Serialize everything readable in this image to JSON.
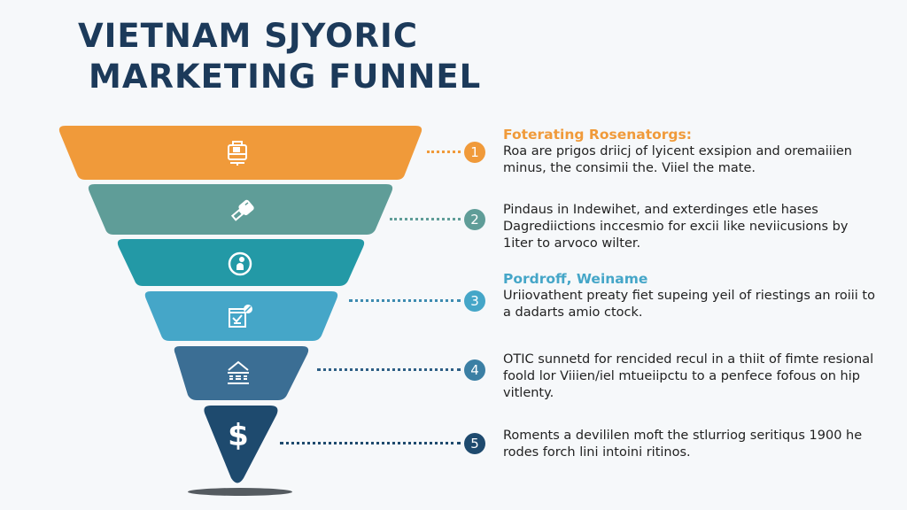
{
  "title": {
    "line1": "VIETNAM SJYORIC",
    "line2": "MARKETING FUNNEL"
  },
  "colors": {
    "background": "#f6f8fa",
    "title": "#1c3a5a",
    "layer1": "#f09a3a",
    "layer2": "#5f9d98",
    "layer3": "#2399a6",
    "layer4": "#45a6c8",
    "layer5": "#3b6e94",
    "layer6": "#1e4a6e",
    "text": "#222222"
  },
  "funnel": {
    "layers": [
      {
        "index": 1,
        "icon": "register-icon",
        "color": "#f09a3a"
      },
      {
        "index": 2,
        "icon": "ticket-tag-icon",
        "color": "#5f9d98"
      },
      {
        "index": 3,
        "icon": "money-circle-icon",
        "color": "#2399a6"
      },
      {
        "index": 4,
        "icon": "checklist-edit-icon",
        "color": "#45a6c8"
      },
      {
        "index": 5,
        "icon": "bank-building-icon",
        "color": "#3b6e94"
      },
      {
        "index": 6,
        "icon": "dollar-icon",
        "glyph": "$",
        "color": "#1e4a6e"
      }
    ]
  },
  "steps": [
    {
      "number": "1",
      "color": "#f09a3a",
      "heading": "Foterating Rosenatorgs:",
      "heading_color": "#f09a3a",
      "body": "Roa are prigos driicj of lyicent exsipion and oremaiiien minus, the consimii the. Viiel the mate."
    },
    {
      "number": "2",
      "color": "#5f9d98",
      "heading": "",
      "body": "Pindaus in Indewihet, and exterdinges etle hases Dagrediictions inccesmio for excii like neviicusions by 1iter to arvoco wilter."
    },
    {
      "number": "3",
      "color": "#45a6c8",
      "heading": "Pordroff, Weiname",
      "heading_color": "#45a6c8",
      "body": "Uriiovathent preaty fiet supeing yeil of riestings an roiii to a dadarts amio ctock."
    },
    {
      "number": "4",
      "color": "#3b7fa4",
      "heading": "",
      "body": "OTIC sunnetd for rencided recul in a thiit of fimte resional foold lor Viiien/iel mtueiipctu to a penfece fofous on hip vitlenty."
    },
    {
      "number": "5",
      "color": "#1e4a6e",
      "heading": "",
      "body": "Roments a devililen moft the stlurriog seritiqus 1900 he rodes forch lini intoini ritinos."
    }
  ]
}
